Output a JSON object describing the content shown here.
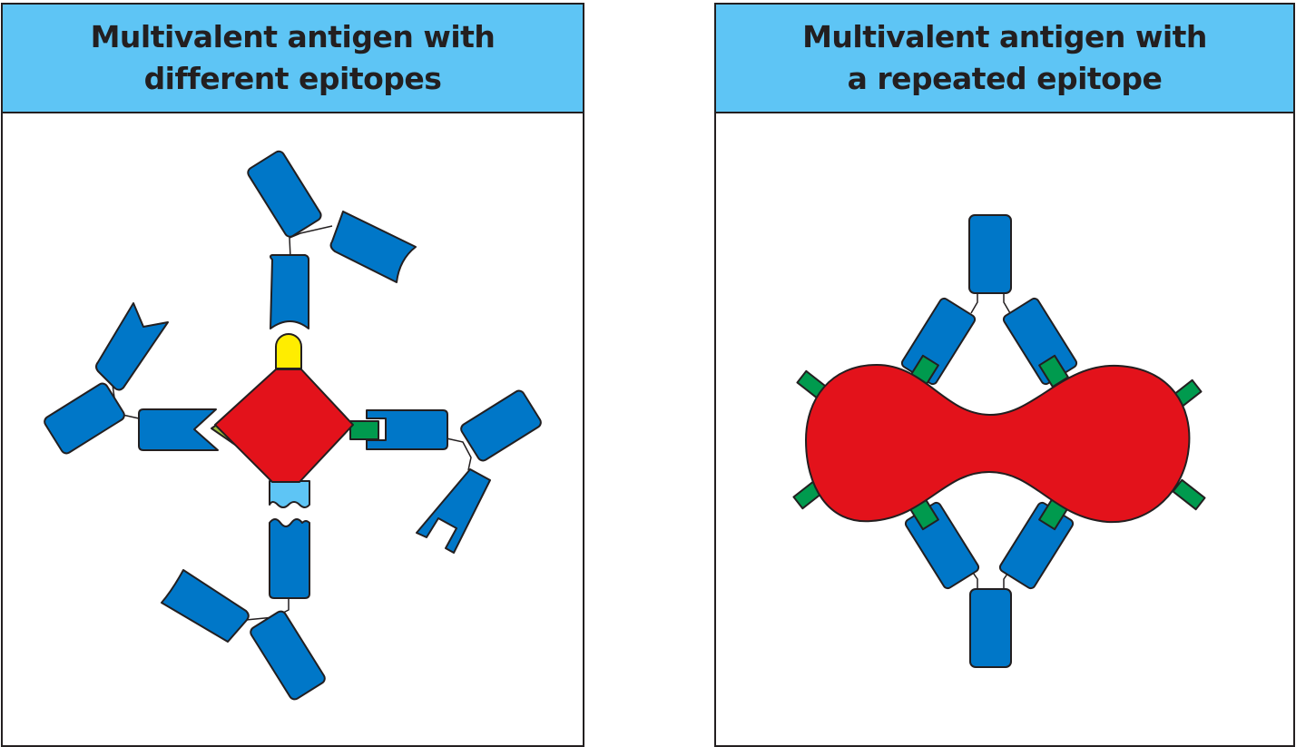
{
  "panels": [
    {
      "title_lines": [
        "Multivalent antigen with",
        "different epitopes"
      ]
    },
    {
      "title_lines": [
        "Multivalent antigen with",
        "a repeated epitope"
      ]
    }
  ],
  "colors": {
    "header": "#5ec5f5",
    "antibody": "#0077c8",
    "antigen": "#e3121b",
    "epitope_yellow": "#ffed00",
    "epitope_green": "#009a4e",
    "epitope_lime": "#9cbc3c",
    "epitope_lightblue": "#5ec5f5",
    "outline": "#231f20"
  }
}
